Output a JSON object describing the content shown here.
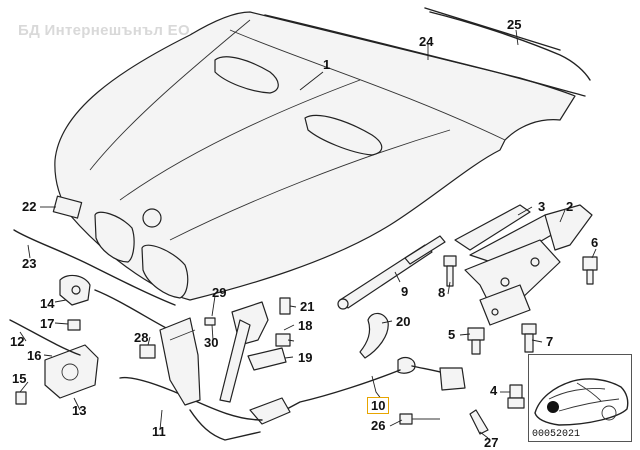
{
  "watermark": "БД Интернешънъл ЕО...",
  "callouts": [
    {
      "id": "1",
      "label": "1"
    },
    {
      "id": "2",
      "label": "2"
    },
    {
      "id": "3",
      "label": "3"
    },
    {
      "id": "4",
      "label": "4"
    },
    {
      "id": "5",
      "label": "5"
    },
    {
      "id": "6",
      "label": "6"
    },
    {
      "id": "7",
      "label": "7"
    },
    {
      "id": "8",
      "label": "8"
    },
    {
      "id": "9",
      "label": "9"
    },
    {
      "id": "10",
      "label": "10",
      "highlighted": true
    },
    {
      "id": "11",
      "label": "11"
    },
    {
      "id": "12",
      "label": "12"
    },
    {
      "id": "13",
      "label": "13"
    },
    {
      "id": "14",
      "label": "14"
    },
    {
      "id": "15",
      "label": "15"
    },
    {
      "id": "16",
      "label": "16"
    },
    {
      "id": "17",
      "label": "17"
    },
    {
      "id": "18",
      "label": "18"
    },
    {
      "id": "19",
      "label": "19"
    },
    {
      "id": "20",
      "label": "20"
    },
    {
      "id": "21",
      "label": "21"
    },
    {
      "id": "22",
      "label": "22"
    },
    {
      "id": "23",
      "label": "23"
    },
    {
      "id": "24",
      "label": "24"
    },
    {
      "id": "25",
      "label": "25"
    },
    {
      "id": "26",
      "label": "26"
    },
    {
      "id": "27",
      "label": "27"
    },
    {
      "id": "28",
      "label": "28"
    },
    {
      "id": "29",
      "label": "29"
    },
    {
      "id": "30",
      "label": "30"
    }
  ],
  "inset": {
    "code": "00052021"
  },
  "colors": {
    "line": "#222222",
    "highlight_box": "#e8a500",
    "watermark": "#d9d9d9"
  }
}
